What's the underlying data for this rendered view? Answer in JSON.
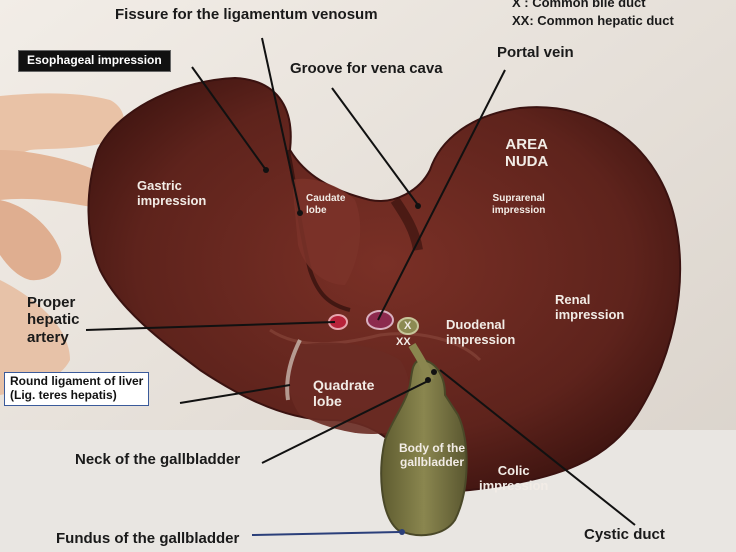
{
  "labels": {
    "fissure": "Fissure for the ligamentum venosum",
    "esophageal": "Esophageal impression",
    "vena_cava": "Groove for vena cava",
    "portal_vein": "Portal vein",
    "legend_x": "X : Common  bile duct",
    "legend_xx": "XX: Common  hepatic duct",
    "area_nuda": "AREA\nNUDA",
    "gastric": "Gastric\nimpression",
    "caudate": "Caudate\nlobe",
    "suprarenal": "Suprarenal\nimpression",
    "renal": "Renal\nimpression",
    "proper_hepatic": "Proper\nhepatic\nartery",
    "duodenal": "Duodenal\nimpression",
    "mark_x": "X",
    "mark_xx": "XX",
    "round_ligament": "Round ligament of liver\n(Lig. teres hepatis)",
    "quadrate": "Quadrate\nlobe",
    "neck_gallbladder": "Neck of the gallbladder",
    "body_gallbladder": "Body of the\ngallbladder",
    "colic": "Colic\nimpression",
    "fundus_gallbladder": "Fundus of the gallbladder",
    "cystic_duct": "Cystic duct"
  },
  "colors": {
    "liver": "#6e2a22",
    "gallbladder": "#7d7a45",
    "background": "#e8e0d8"
  }
}
